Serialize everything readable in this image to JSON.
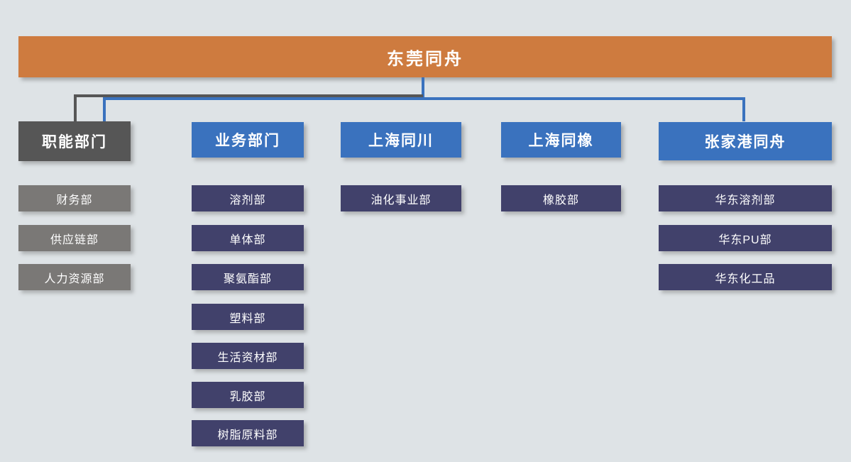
{
  "chart_data": {
    "type": "diagram",
    "diagram_kind": "organization-chart",
    "title": "东莞同舟",
    "orientation": "top-down",
    "background_color": "#DEE3E6",
    "levels": 3,
    "nodes": 19
  },
  "colors": {
    "background": "#DEE3E6",
    "root": "#CE7B3F",
    "header_gray": "#565656",
    "header_blue": "#3A72BE",
    "leaf_gray": "#7A7876",
    "leaf_navy": "#41416B",
    "text": "#FFFFFF",
    "connector_gray": "#565656",
    "connector_blue": "#3A72BE"
  },
  "root": {
    "label": "东莞同舟"
  },
  "branches": [
    {
      "header": "职能部门",
      "color_key": "header_gray",
      "children": [
        {
          "label": "财务部"
        },
        {
          "label": "供应链部"
        },
        {
          "label": "人力资源部"
        }
      ]
    },
    {
      "header": "业务部门",
      "color_key": "header_blue",
      "children": [
        {
          "label": "溶剂部"
        },
        {
          "label": "单体部"
        },
        {
          "label": "聚氨酯部"
        },
        {
          "label": "塑料部"
        },
        {
          "label": "生活资材部"
        },
        {
          "label": "乳胶部"
        },
        {
          "label": "树脂原料部"
        }
      ]
    },
    {
      "header": "上海同川",
      "color_key": "header_blue",
      "children": [
        {
          "label": "油化事业部"
        }
      ]
    },
    {
      "header": "上海同橡",
      "color_key": "header_blue",
      "children": [
        {
          "label": "橡胶部"
        }
      ]
    },
    {
      "header": "张家港同舟",
      "color_key": "header_blue",
      "children": [
        {
          "label": "华东溶剂部"
        },
        {
          "label": "华东PU部"
        },
        {
          "label": "华东化工品"
        }
      ]
    }
  ]
}
